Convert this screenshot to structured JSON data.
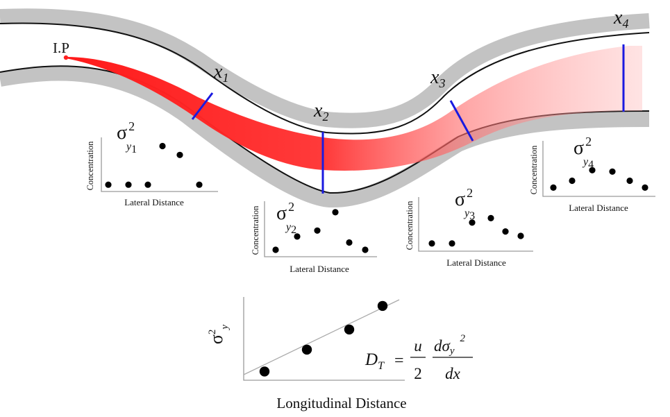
{
  "colors": {
    "bank_fill": "#c3c3c3",
    "bank_edge": "#111111",
    "plume": "#ff2020",
    "section": "#1a1ae0",
    "fit_line": "#aaaaaa"
  },
  "injection_label": "I.P",
  "sections": [
    {
      "x_label": "x",
      "x_sub": "1",
      "sigma": "σ",
      "sup": "2",
      "sub_y": "y",
      "sub_n": "1",
      "ylabel": "Concentration",
      "xlabel": "Lateral Distance",
      "points": [
        0.06,
        0.06,
        0.06,
        0.93,
        0.73,
        0.06
      ]
    },
    {
      "x_label": "x",
      "x_sub": "2",
      "sigma": "σ",
      "sup": "2",
      "sub_y": "y",
      "sub_n": "2",
      "ylabel": "Concentration",
      "xlabel": "Lateral Distance",
      "points": [
        0.06,
        0.35,
        0.48,
        0.88,
        0.22,
        0.06
      ]
    },
    {
      "x_label": "x",
      "x_sub": "3",
      "sigma": "σ",
      "sup": "2",
      "sub_y": "y",
      "sub_n": "3",
      "ylabel": "Concentration",
      "xlabel": "Lateral Distance",
      "points": [
        0.08,
        0.08,
        0.55,
        0.65,
        0.35,
        0.25
      ]
    },
    {
      "x_label": "x",
      "x_sub": "4",
      "sigma": "σ",
      "sup": "2",
      "sub_y": "y",
      "sub_n": "4",
      "ylabel": "Concentration",
      "xlabel": "Lateral Distance",
      "points": [
        0.1,
        0.25,
        0.48,
        0.45,
        0.25,
        0.1
      ]
    }
  ],
  "summary": {
    "ylabel_sigma": "σ",
    "ylabel_sup": "2",
    "ylabel_sub": "y",
    "xlabel": "Longitudinal Distance",
    "points": [
      0.1,
      0.35,
      0.58,
      0.85
    ],
    "formula": {
      "lhs": "D",
      "lhs_sub": "T",
      "eq": "=",
      "num1": "u",
      "den1": "2",
      "num2": "dσ",
      "num2_sub": "y",
      "num2_sup": "2",
      "den2": "dx"
    }
  }
}
